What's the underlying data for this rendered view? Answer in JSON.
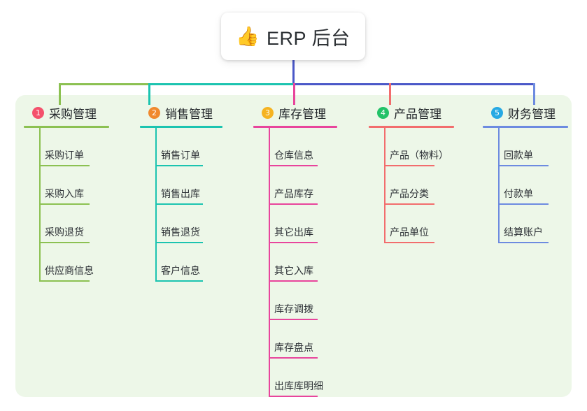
{
  "root": {
    "emoji": "👍",
    "icon_name": "thumbs-up-icon",
    "title": "ERP 后台"
  },
  "palette": {
    "panel_bg": "#edf7e8",
    "trunk": "#4b58c8",
    "col1_line": "#8cc152",
    "col2_line": "#1cc4b0",
    "col3_line": "#e8459c",
    "col4_line": "#f26d6d",
    "col5_line": "#6d8be0",
    "badge1": "#f4516c",
    "badge2": "#f0892e",
    "badge3": "#f5b321",
    "badge4": "#22c268",
    "badge5": "#27a9e3"
  },
  "columns": [
    {
      "number": "1",
      "title": "采购管理",
      "line_color": "#8cc152",
      "badge_color": "#f4516c",
      "items": [
        {
          "label": "采购订单"
        },
        {
          "label": "采购入库"
        },
        {
          "label": "采购退货"
        },
        {
          "label": "供应商信息"
        }
      ]
    },
    {
      "number": "2",
      "title": "销售管理",
      "line_color": "#1cc4b0",
      "badge_color": "#f0892e",
      "items": [
        {
          "label": "销售订单"
        },
        {
          "label": "销售出库"
        },
        {
          "label": "销售退货"
        },
        {
          "label": "客户信息"
        }
      ]
    },
    {
      "number": "3",
      "title": "库存管理",
      "line_color": "#e8459c",
      "badge_color": "#f5b321",
      "items": [
        {
          "label": "仓库信息"
        },
        {
          "label": "产品库存"
        },
        {
          "label": "其它出库"
        },
        {
          "label": "其它入库"
        },
        {
          "label": "库存调拨"
        },
        {
          "label": "库存盘点"
        },
        {
          "label": "出库库明细"
        }
      ]
    },
    {
      "number": "4",
      "title": "产品管理",
      "line_color": "#f26d6d",
      "badge_color": "#22c268",
      "items": [
        {
          "label": "产品（物料）"
        },
        {
          "label": "产品分类"
        },
        {
          "label": "产品单位"
        }
      ]
    },
    {
      "number": "5",
      "title": "财务管理",
      "line_color": "#6d8be0",
      "badge_color": "#27a9e3",
      "items": [
        {
          "label": "回款单"
        },
        {
          "label": "付款单"
        },
        {
          "label": "结算账户"
        }
      ]
    }
  ]
}
